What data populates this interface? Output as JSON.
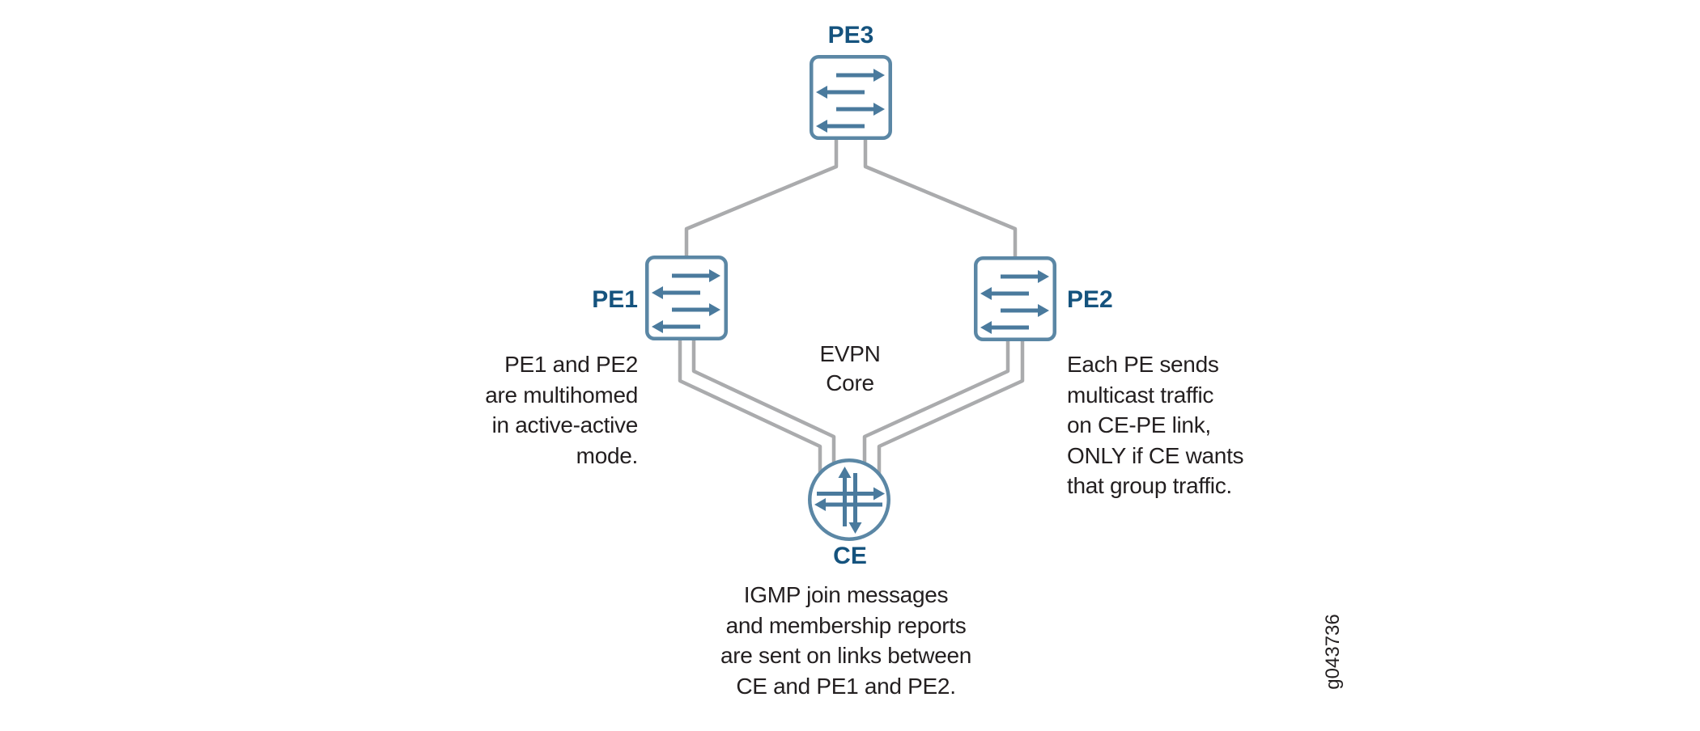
{
  "nodes": {
    "pe3": {
      "label": "PE3",
      "type": "switch"
    },
    "pe1": {
      "label": "PE1",
      "type": "switch"
    },
    "pe2": {
      "label": "PE2",
      "type": "switch"
    },
    "ce": {
      "label": "CE",
      "type": "router"
    }
  },
  "core_label": {
    "lines": [
      "EVPN",
      "Core"
    ]
  },
  "notes": {
    "left": {
      "lines": [
        "PE1 and PE2",
        "are multihomed",
        "in active-active",
        "mode."
      ]
    },
    "right": {
      "lines": [
        "Each PE sends",
        "multicast traffic",
        "on CE-PE link,",
        "ONLY if CE wants",
        "that group traffic."
      ]
    },
    "bottom": {
      "lines": [
        "IGMP join messages",
        "and membership reports",
        "are sent on links between",
        "CE and PE1 and PE2."
      ]
    }
  },
  "figure_id": "g043736",
  "colors": {
    "steel": "#5b87a5",
    "arrow": "#4a7a9d",
    "navy": "#15537e",
    "link": "#aaabad",
    "ink": "#231f20",
    "bg": "#ffffff"
  }
}
